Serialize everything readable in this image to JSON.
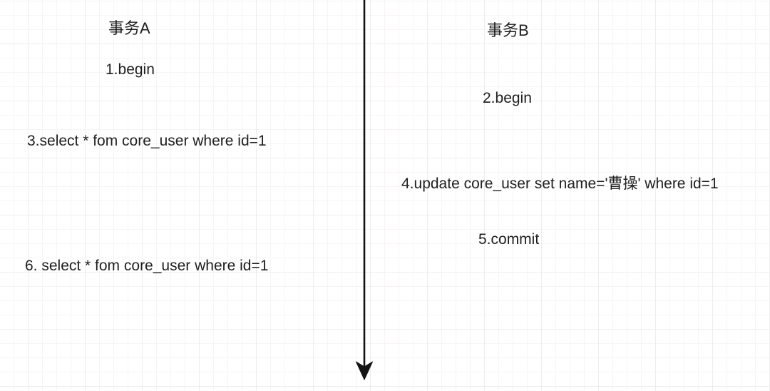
{
  "colors": {
    "background": "#ffffff",
    "grid_minor": "#f8f3f7",
    "grid_major": "#ededed",
    "line": "#141414",
    "text": "#1f1f1f"
  },
  "icons": {
    "timeline": "arrow-down"
  },
  "columns": [
    {
      "title": "事务A",
      "steps": [
        {
          "label": "1.begin"
        },
        {
          "label": "3.select * fom core_user where id=1"
        },
        {
          "label": "6. select * fom core_user where id=1"
        }
      ]
    },
    {
      "title": "事务B",
      "steps": [
        {
          "label": "2.begin"
        },
        {
          "label": "4.update core_user set name='曹操' where id=1"
        },
        {
          "label": "5.commit"
        }
      ]
    }
  ]
}
